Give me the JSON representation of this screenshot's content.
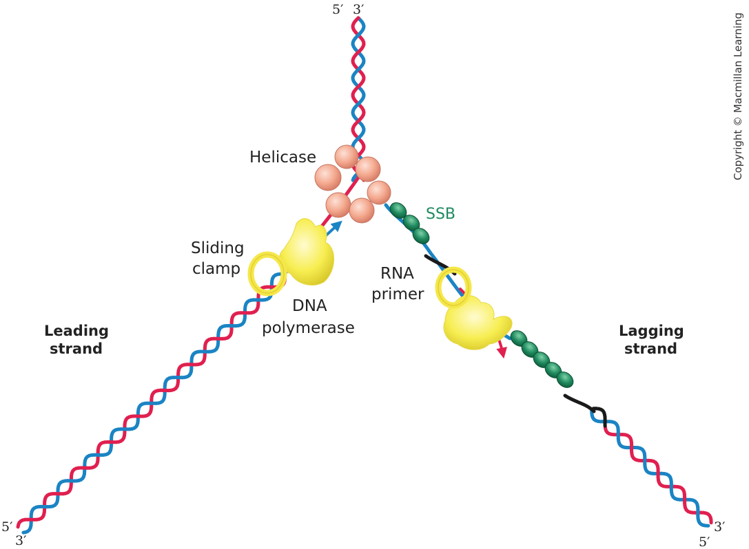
{
  "labels": {
    "helicase": "Helicase",
    "ssb": "SSB",
    "sliding_clamp_1": "Sliding",
    "sliding_clamp_2": "clamp",
    "rna_primer_1": "RNA",
    "rna_primer_2": "primer",
    "dna_polymerase_1": "DNA",
    "dna_polymerase_2": "polymerase",
    "leading_strand_1": "Leading",
    "leading_strand_2": "strand",
    "lagging_strand_1": "Lagging",
    "lagging_strand_2": "strand"
  },
  "ends": {
    "top_5": "5′",
    "top_3": "3′",
    "left_5": "5′",
    "left_3": "3′",
    "right_3": "3′",
    "right_5": "5′"
  },
  "copyright": "Copyright © Macmillan Learning",
  "colors": {
    "red_strand": "#e0204f",
    "blue_strand": "#1b84c4",
    "primer": "#1a1a1a",
    "ssb": "#1f8a5e",
    "ssb_label": "#1f8a5e",
    "helicase": "#f4a98f",
    "polymerase": "#f7ee52",
    "clamp": "#f5e74a"
  }
}
